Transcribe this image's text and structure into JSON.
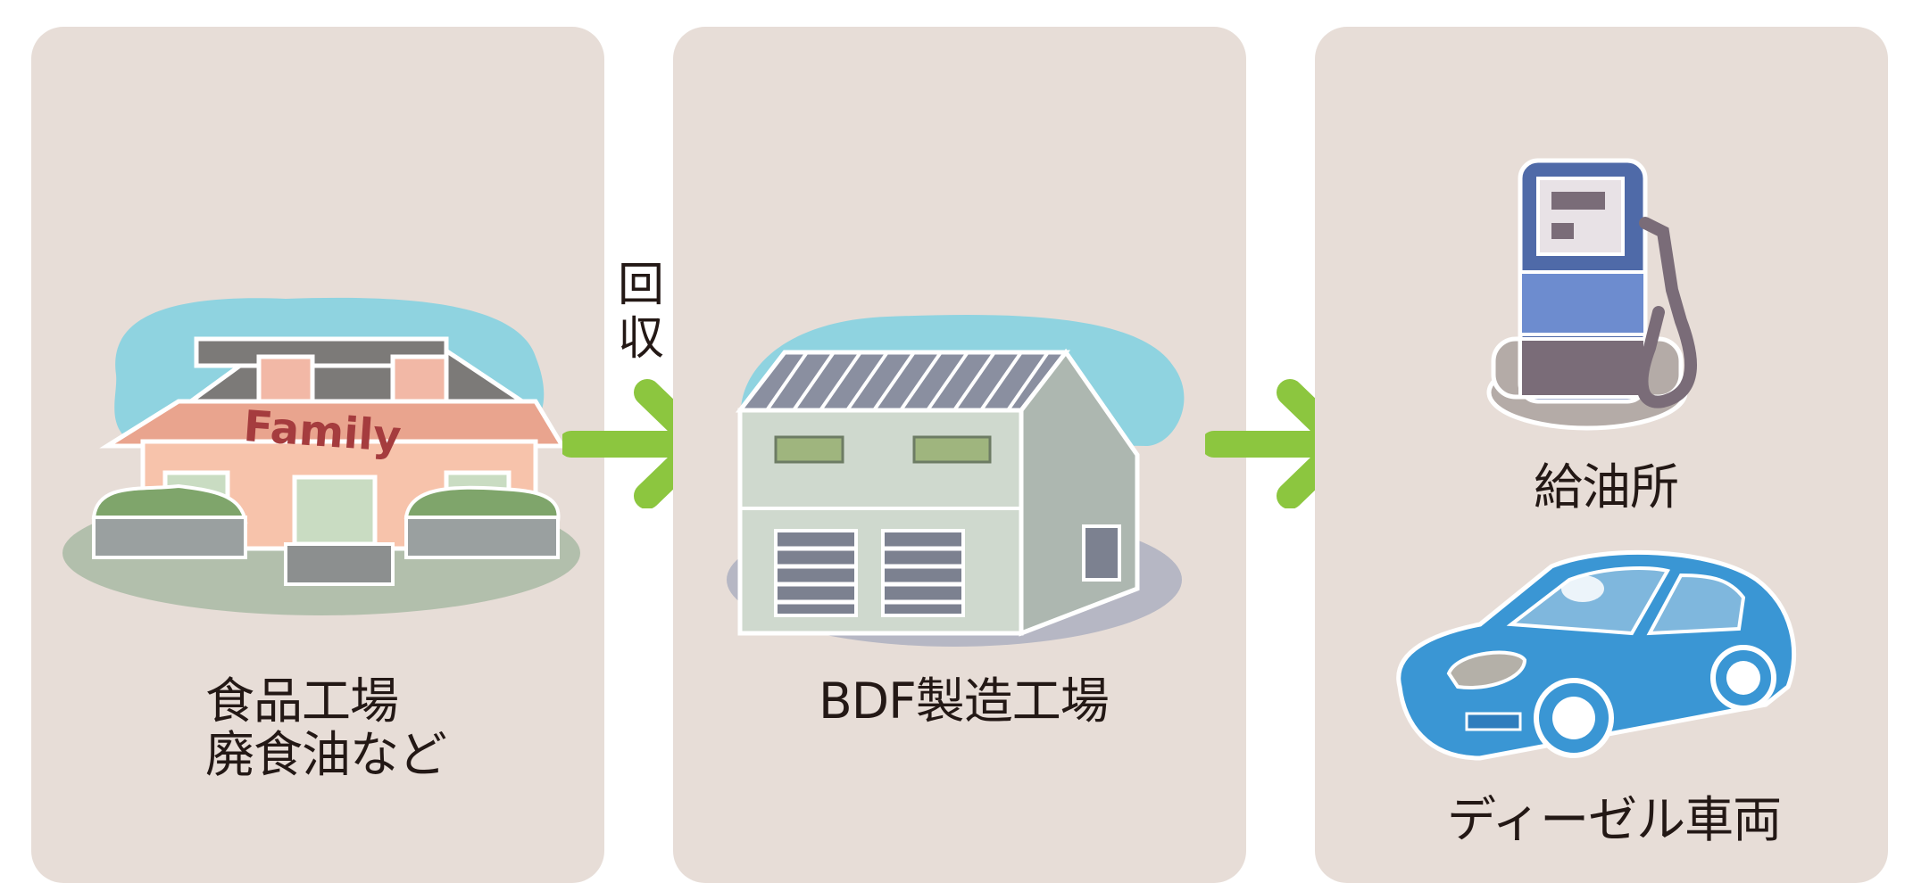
{
  "panels": [
    {
      "label_lines": [
        "食品工場",
        "廃食油など"
      ],
      "illustration": "family-restaurant-icon",
      "sign_text": "Family"
    },
    {
      "label": "BDF製造工場",
      "illustration": "factory-icon"
    },
    {
      "items": [
        {
          "label": "給油所",
          "illustration": "fuel-pump-icon"
        },
        {
          "label": "ディーゼル車両",
          "illustration": "car-icon"
        }
      ]
    }
  ],
  "connector": {
    "label_chars": [
      "回",
      "収"
    ]
  },
  "colors": {
    "panel_bg": "#e7ddd7",
    "arrow": "#8cc63f",
    "text": "#231815"
  }
}
